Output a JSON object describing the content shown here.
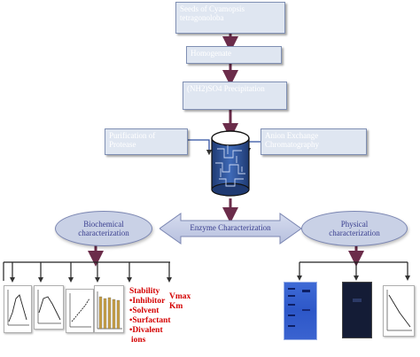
{
  "steps": {
    "seeds": "Seeds of Cyamopsis tetragonoloba",
    "homogenate": "Homogenate",
    "precipitation": "(NH2)SO4 Precipitation",
    "purification": "Purification of Protease",
    "anion": "Anion Exchange Chromatography",
    "enzyme": "Enzyme Characterization"
  },
  "branches": {
    "biochemical": "Biochemical characterization",
    "physical": "Physical characterization"
  },
  "stability": {
    "title": "Stability",
    "items": [
      "•Inhibitor",
      "•Solvent",
      "•Surfactant",
      "•Divalent",
      "ions"
    ]
  },
  "kinetics": [
    "Vmax",
    "Km"
  ],
  "colors": {
    "box_fill": "#dfe6f1",
    "box_border": "#7f8fb3",
    "arrow": "#6b2c4a",
    "ellipse_fill": "#c9d1e6",
    "red_text": "#d40000",
    "navy_text": "#3a3f8f",
    "gel_blue": "#2d57c8",
    "gel_dark": "#141c36"
  },
  "icons": [
    "chromatography-column-icon",
    "double-arrow-icon"
  ]
}
